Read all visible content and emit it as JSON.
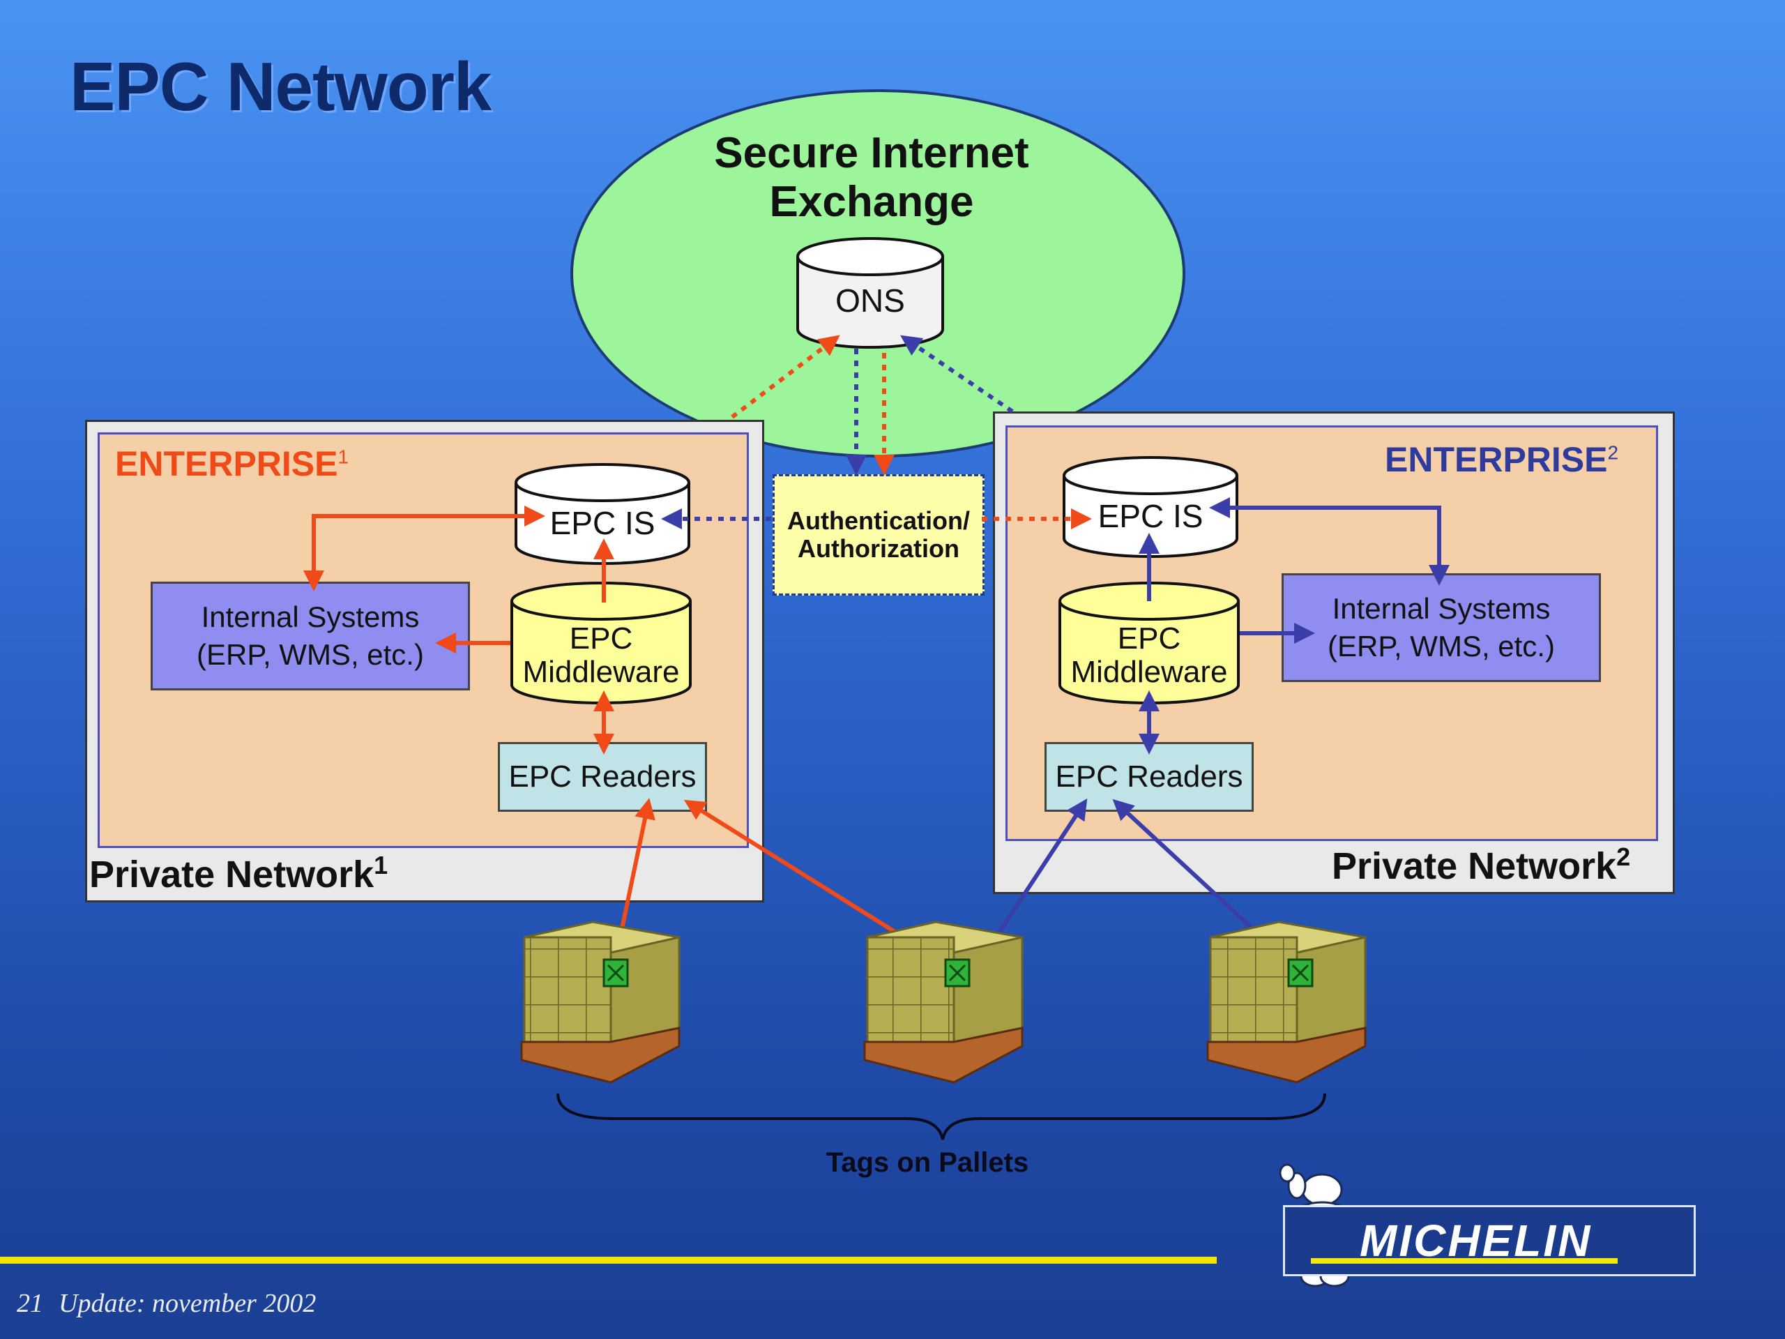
{
  "title": "EPC Network",
  "exchange": {
    "title_line1": "Secure Internet",
    "title_line2": "Exchange",
    "ons": "ONS",
    "auth_line1": "Authentication/",
    "auth_line2": "Authorization"
  },
  "enterprise1": {
    "label": "ENTERPRISE",
    "sup": "1",
    "epc_is": "EPC IS",
    "middleware_line1": "EPC",
    "middleware_line2": "Middleware",
    "internal_line1": "Internal Systems",
    "internal_line2": "(ERP, WMS, etc.)",
    "readers": "EPC Readers",
    "network_label": "Private Network",
    "network_sup": "1"
  },
  "enterprise2": {
    "label": "ENTERPRISE",
    "sup": "2",
    "epc_is": "EPC IS",
    "middleware_line1": "EPC",
    "middleware_line2": "Middleware",
    "internal_line1": "Internal Systems",
    "internal_line2": "(ERP, WMS, etc.)",
    "readers": "EPC Readers",
    "network_label": "Private Network",
    "network_sup": "2"
  },
  "tags_label": "Tags on Pallets",
  "footer": {
    "page": "21",
    "update": "Update: november 2002"
  },
  "logo_text": "MICHELIN",
  "colors": {
    "enterprise1_flow": "#ef4a17",
    "enterprise2_flow": "#3b3ea8",
    "cloud": "#9cf59a",
    "enterprise_fill": "#f5cfa8",
    "internal_fill": "#8f8df0",
    "readers_fill": "#bfe3e7",
    "middleware_fill": "#ffff99",
    "footer_line": "#f1e80a"
  }
}
